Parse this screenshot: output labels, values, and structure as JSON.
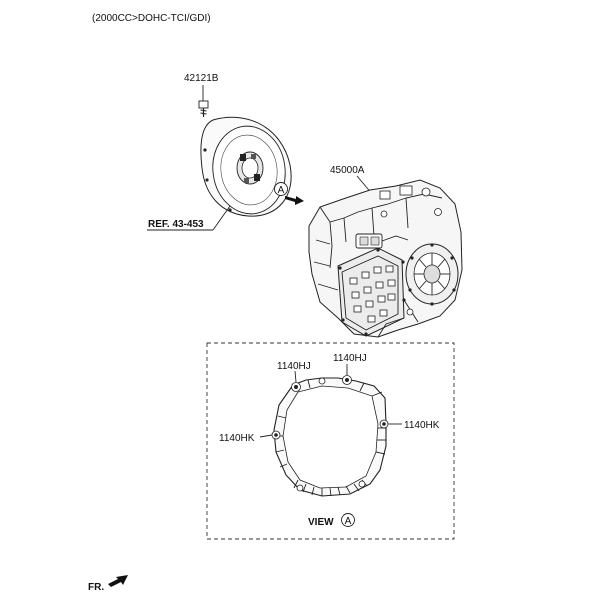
{
  "header": {
    "engine_spec": "(2000CC>DOHC-TCI/GDI)"
  },
  "parts": {
    "bolt": "42121B",
    "assembly": "45000A",
    "reference": "REF. 43-453"
  },
  "view_box": {
    "callout_top_left": "1140HJ",
    "callout_top_right": "1140HJ",
    "callout_right": "1140HK",
    "callout_left": "1140HK",
    "title": "VIEW",
    "marker_letter": "A"
  },
  "view_marker": {
    "letter": "A"
  },
  "footer": {
    "front_label": "FR."
  }
}
